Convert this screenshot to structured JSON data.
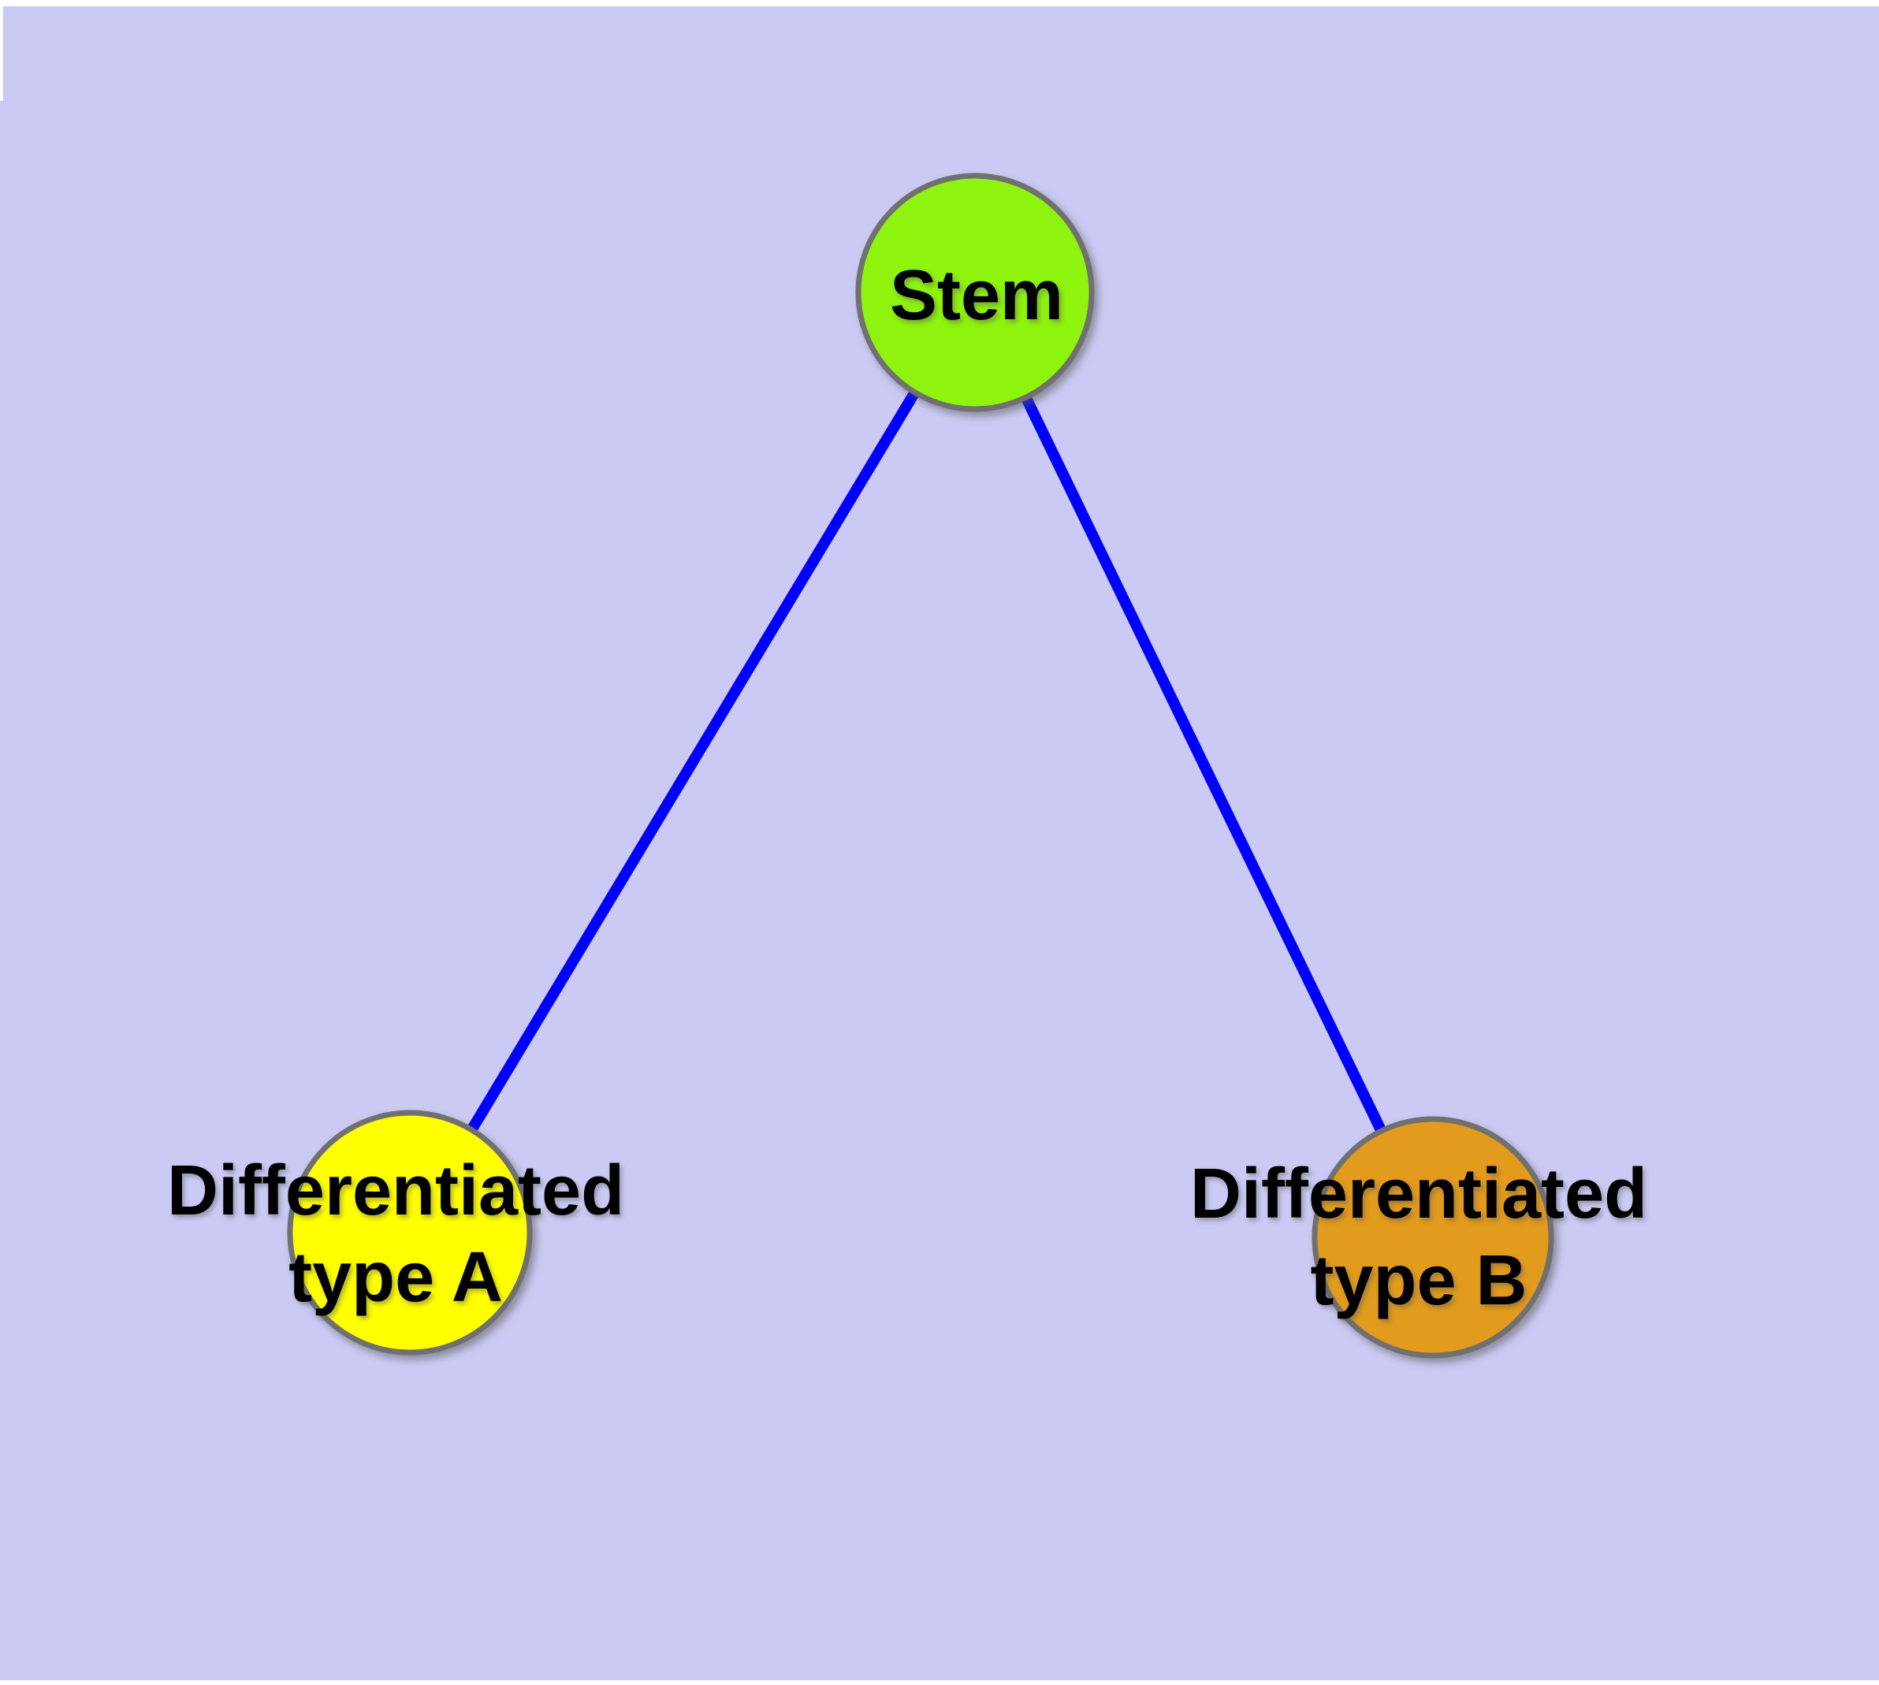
{
  "diagram": {
    "type": "graph",
    "background_color": "#cacaf4",
    "edge_color": "#0000ff",
    "node_border_color": "#6f6f6f",
    "label_color": "#000000",
    "nodes": [
      {
        "id": "stem",
        "label": "Stem",
        "label_lines": [
          "Stem"
        ],
        "color": "#8ef307"
      },
      {
        "id": "differentiated-type-a",
        "label": "Differentiated type A",
        "label_lines": [
          "Differentiated",
          "type A"
        ],
        "color": "#ffff00"
      },
      {
        "id": "differentiated-type-b",
        "label": "Differentiated type B",
        "label_lines": [
          "Differentiated",
          "type B"
        ],
        "color": "#e29b1e"
      }
    ],
    "edges": [
      {
        "from": "stem",
        "to": "differentiated-type-a"
      },
      {
        "from": "stem",
        "to": "differentiated-type-b"
      }
    ]
  }
}
